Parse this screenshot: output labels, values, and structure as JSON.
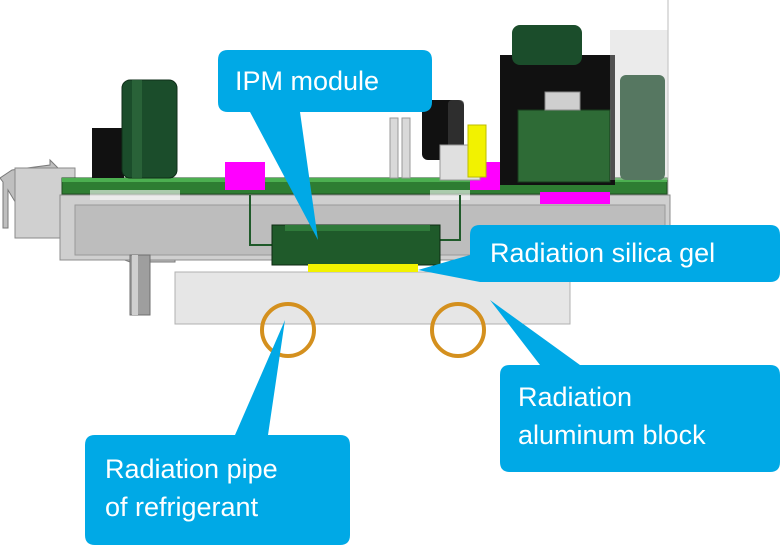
{
  "labels": {
    "ipm_module": "IPM module",
    "silica_gel": "Radiation silica gel",
    "aluminum_block": "Radiation\naluminum block",
    "refrigerant_pipe": "Radiation pipe\nof refrigerant"
  },
  "colors": {
    "callout_fill": "#00a9e6",
    "callout_text": "#ffffff",
    "pcb_green": "#2e7d32",
    "ipm_green": "#1f5a2a",
    "capacitor_green": "#1b4d2b",
    "silica_yellow": "#f2f200",
    "connector_magenta": "#ff00ff",
    "aluminum_gray": "#e6e6e6",
    "housing_gray": "#c8c8c8",
    "pipe_orange": "#d4901e"
  }
}
